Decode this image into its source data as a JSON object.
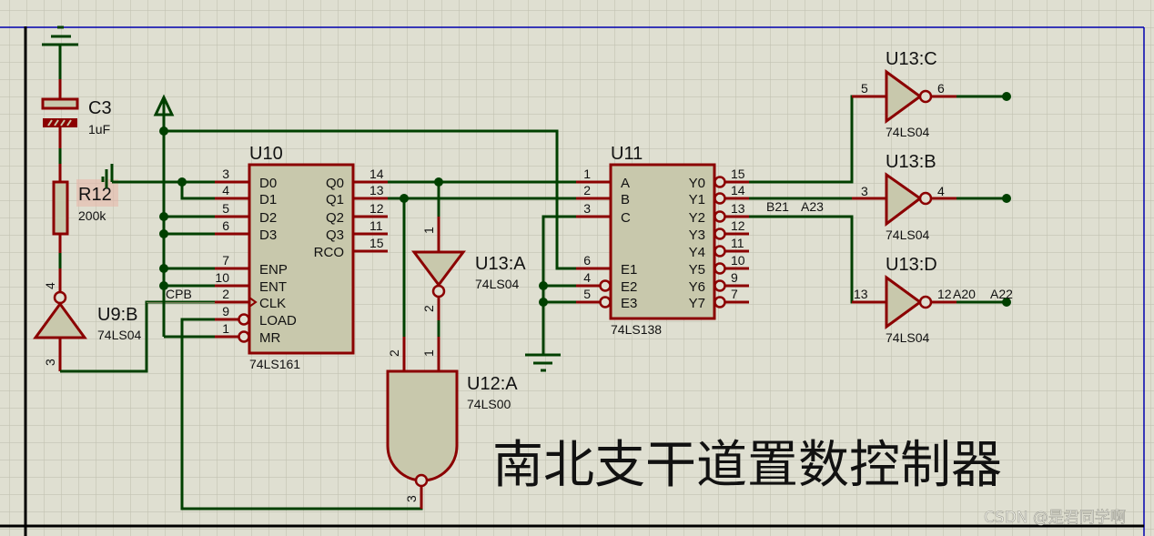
{
  "title": "南北支干道置数控制器",
  "watermark": "CSDN @是君同学啊",
  "colors": {
    "background": "#dfdfd1",
    "grid": "#c2c2b2",
    "wire": "#004000",
    "pin": "#8b0000",
    "component_body": "#c8c8ac",
    "sheet_border": "#0000b0"
  },
  "components": {
    "c3": {
      "ref": "C3",
      "value": "1uF"
    },
    "r12": {
      "ref": "R12",
      "value": "200k"
    },
    "u9b": {
      "ref": "U9:B",
      "part": "74LS04",
      "pin_in": "4",
      "pin_out": "3"
    },
    "u10": {
      "ref": "U10",
      "part": "74LS161",
      "left_pins": [
        {
          "name": "D0",
          "num": "3"
        },
        {
          "name": "D1",
          "num": "4"
        },
        {
          "name": "D2",
          "num": "5"
        },
        {
          "name": "D3",
          "num": "6"
        },
        {
          "name": "ENP",
          "num": "7"
        },
        {
          "name": "ENT",
          "num": "10"
        },
        {
          "name": "CLK",
          "num": "2"
        },
        {
          "name": "LOAD",
          "num": "9"
        },
        {
          "name": "MR",
          "num": "1"
        }
      ],
      "right_pins": [
        {
          "name": "Q0",
          "num": "14"
        },
        {
          "name": "Q1",
          "num": "13"
        },
        {
          "name": "Q2",
          "num": "12"
        },
        {
          "name": "Q3",
          "num": "11"
        },
        {
          "name": "RCO",
          "num": "15"
        }
      ]
    },
    "u13a": {
      "ref": "U13:A",
      "part": "74LS04",
      "pin_in": "1",
      "pin_out": "2"
    },
    "u12a": {
      "ref": "U12:A",
      "part": "74LS00",
      "pin_in1": "1",
      "pin_in2": "2",
      "pin_out": "3"
    },
    "u11": {
      "ref": "U11",
      "part": "74LS138",
      "left_pins": [
        {
          "name": "A",
          "num": "1"
        },
        {
          "name": "B",
          "num": "2"
        },
        {
          "name": "C",
          "num": "3"
        },
        {
          "name": "E1",
          "num": "6"
        },
        {
          "name": "E2",
          "num": "4"
        },
        {
          "name": "E3",
          "num": "5"
        }
      ],
      "right_pins": [
        {
          "name": "Y0",
          "num": "15"
        },
        {
          "name": "Y1",
          "num": "14"
        },
        {
          "name": "Y2",
          "num": "13"
        },
        {
          "name": "Y3",
          "num": "12"
        },
        {
          "name": "Y4",
          "num": "11"
        },
        {
          "name": "Y5",
          "num": "10"
        },
        {
          "name": "Y6",
          "num": "9"
        },
        {
          "name": "Y7",
          "num": "7"
        }
      ]
    },
    "u13c": {
      "ref": "U13:C",
      "part": "74LS04",
      "pin_in": "5",
      "pin_out": "6"
    },
    "u13b": {
      "ref": "U13:B",
      "part": "74LS04",
      "pin_in": "3",
      "pin_out": "4"
    },
    "u13d": {
      "ref": "U13:D",
      "part": "74LS04",
      "pin_in": "13",
      "pin_out": "12"
    }
  },
  "net_labels": {
    "cpb": "CPB",
    "b21": "B21",
    "a23": "A23",
    "a20": "A20",
    "a22": "A22"
  }
}
